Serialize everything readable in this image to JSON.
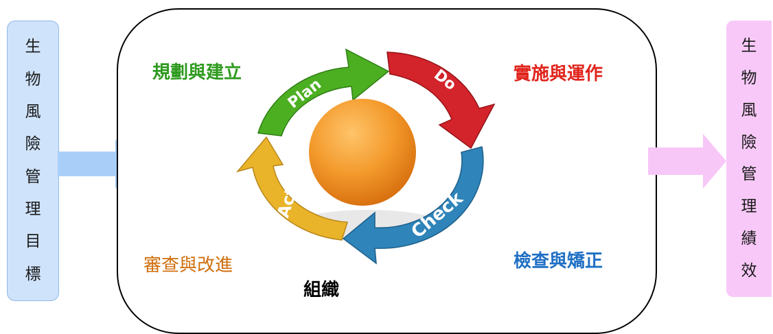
{
  "left_box": {
    "chars": [
      "生",
      "物",
      "風",
      "險",
      "管",
      "理",
      "目",
      "標"
    ],
    "color": "#cfe3fb"
  },
  "right_box": {
    "chars": [
      "生",
      "物",
      "風",
      "險",
      "管",
      "理",
      "績",
      "效"
    ],
    "color": "#f8c9f8"
  },
  "labels": {
    "plan_stage": "規劃與建立",
    "do_stage": "實施與運作",
    "check_stage": "檢查與矯正",
    "act_stage": "審查與改進",
    "organization": "組織"
  },
  "cycle": {
    "plan": "Plan",
    "do": "Do",
    "check": "Check",
    "act": "Act",
    "colors": {
      "plan": "#4caf22",
      "do": "#d3232b",
      "check": "#2f84b9",
      "act": "#e9b32a",
      "sphere": "#f39a2c"
    }
  },
  "label_colors": {
    "plan_stage": "#2e9a1e",
    "do_stage": "#e0231b",
    "check_stage": "#1f6fc4",
    "act_stage": "#d06e0c",
    "organization": "#000000"
  },
  "arrow_colors": {
    "in": "#a9cff8",
    "out": "#f7c7f7"
  }
}
